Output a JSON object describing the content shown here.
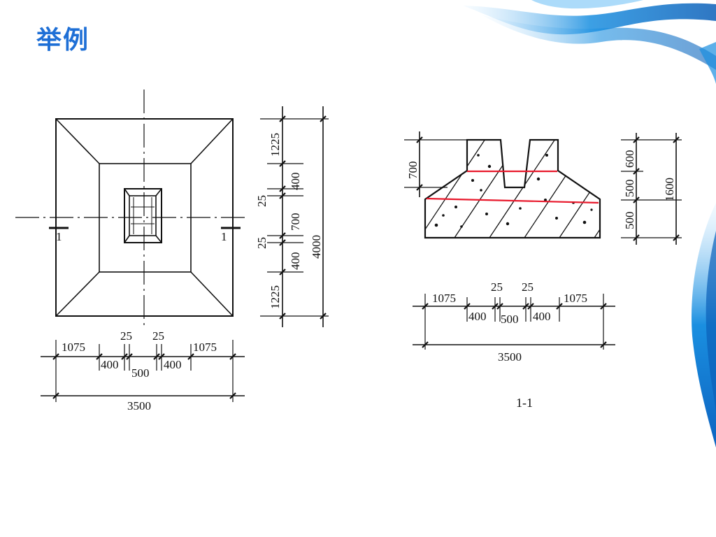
{
  "slide": {
    "title": "举例",
    "colors": {
      "title": "#1e6fd6",
      "section_cut": "#e8192c",
      "swirl": "#1a8fe0"
    }
  },
  "plan_view": {
    "section_mark_left": "1",
    "section_mark_right": "1",
    "bottom_dims_top": [
      "1075",
      "25",
      "25",
      "1075"
    ],
    "bottom_dims_bottom": [
      "400",
      "500",
      "400"
    ],
    "bottom_total": "3500",
    "side_dims_inner": [
      "1225",
      "25",
      "25",
      "1225"
    ],
    "side_dims_mid": [
      "400",
      "700",
      "400"
    ],
    "side_total": "4000"
  },
  "section_view": {
    "label": "1-1",
    "left_height": "700",
    "right_dims_inner": [
      "600",
      "500",
      "500"
    ],
    "right_total": "1600",
    "bottom_dims_top": [
      "1075",
      "25",
      "25",
      "1075"
    ],
    "bottom_dims_bottom": [
      "400",
      "500",
      "400"
    ],
    "bottom_total": "3500"
  }
}
